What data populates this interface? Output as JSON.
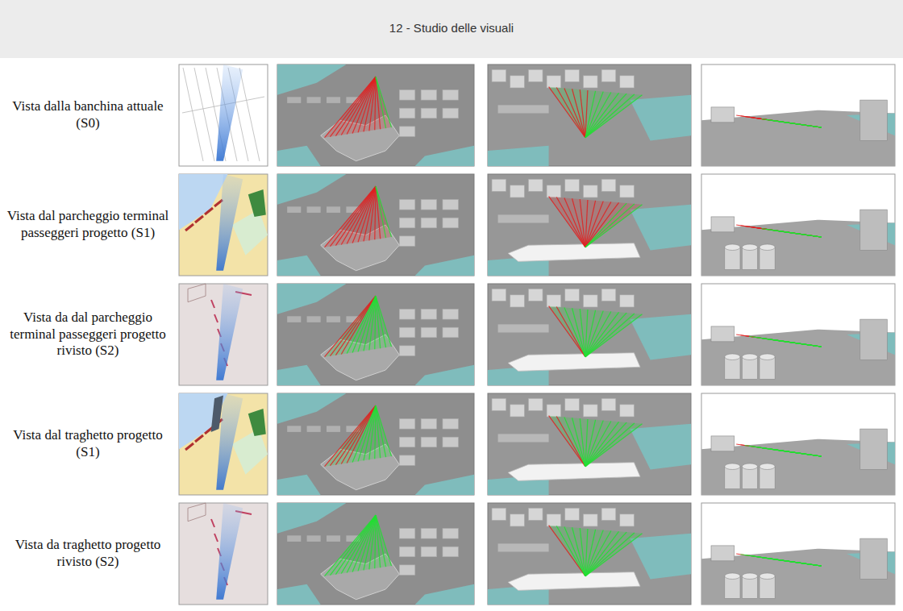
{
  "diagram": {
    "title": "12 - Studio delle visuali",
    "labels": [
      "Vista dalla banchina attuale (S0)",
      "Vista dal parcheggio terminal passeggeri progetto (S1)",
      "Vista da dal parcheggio terminal passeggeri progetto rivisto (S2)",
      "Vista dal traghetto progetto (S1)",
      "Vista da traghetto progetto rivisto (S2)"
    ]
  }
}
